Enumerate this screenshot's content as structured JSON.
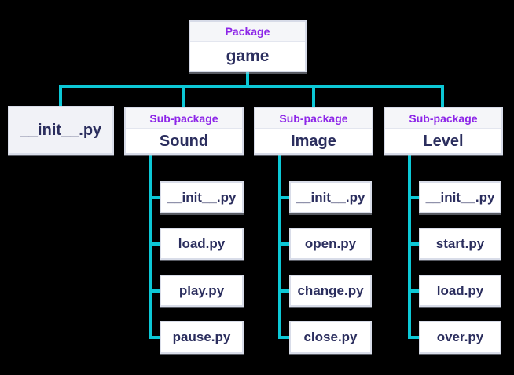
{
  "colors": {
    "background": "#000000",
    "connector": "#0cc8d6",
    "tag_text": "#8d26e8",
    "name_text": "#2b2e5e",
    "box_border": "#d7dbe8",
    "box_fill": "#ffffff",
    "header_fill": "#f5f6f9"
  },
  "package": {
    "tag": "Package",
    "name": "game"
  },
  "package_file": "__init__.py",
  "subpackages": [
    {
      "tag": "Sub-package",
      "name": "Sound",
      "files": [
        "__init__.py",
        "load.py",
        "play.py",
        "pause.py"
      ]
    },
    {
      "tag": "Sub-package",
      "name": "Image",
      "files": [
        "__init__.py",
        "open.py",
        "change.py",
        "close.py"
      ]
    },
    {
      "tag": "Sub-package",
      "name": "Level",
      "files": [
        "__init__.py",
        "start.py",
        "load.py",
        "over.py"
      ]
    }
  ]
}
